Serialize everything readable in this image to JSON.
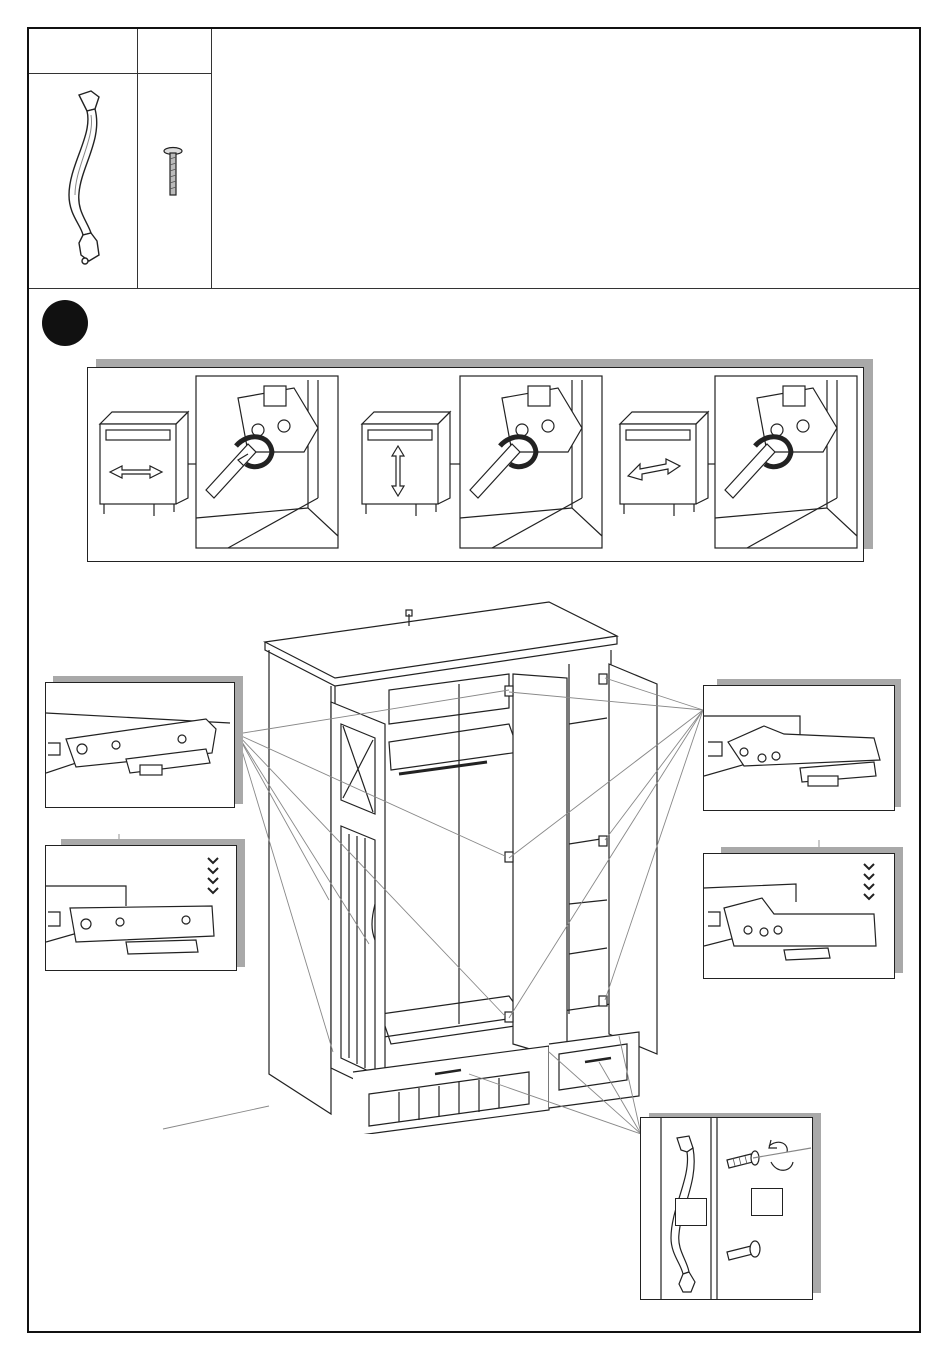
{
  "parts": {
    "handle": {
      "header": "",
      "icon": "cabinet-handle-icon"
    },
    "screw": {
      "header": "",
      "icon": "screw-icon"
    }
  },
  "step": {
    "number": ""
  },
  "hinge_adjust": [
    {
      "direction": "horizontal",
      "icon": "double-arrow-horizontal-icon"
    },
    {
      "direction": "vertical",
      "icon": "double-arrow-vertical-icon"
    },
    {
      "direction": "depth",
      "icon": "double-arrow-depth-icon"
    }
  ],
  "handle_detail": {
    "handle_label": "",
    "screw_label": ""
  },
  "colors": {
    "line": "#222222",
    "shadow": "#a9a9a9",
    "badge": "#111111"
  }
}
